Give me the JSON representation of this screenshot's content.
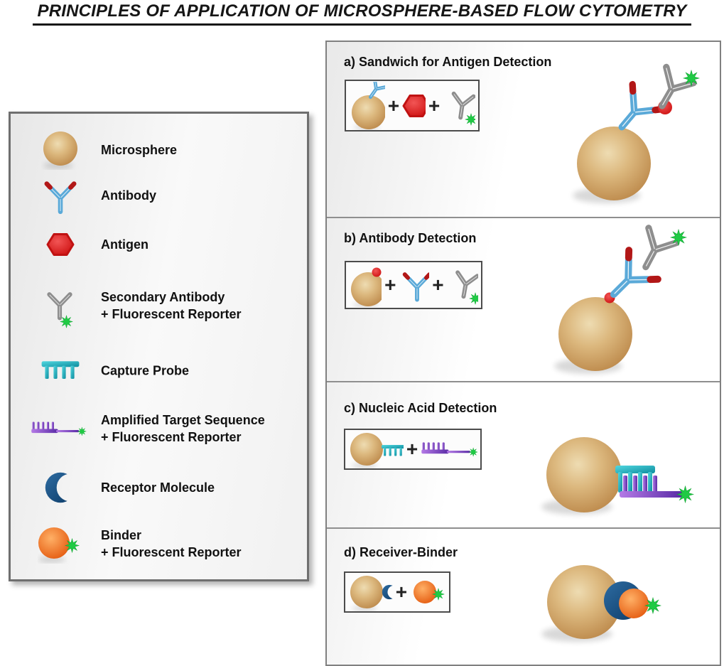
{
  "title": "PRINCIPLES OF APPLICATION OF MICROSPHERE-BASED FLOW CYTOMETRY",
  "plus": "+",
  "legend": {
    "items": [
      {
        "icon": "microsphere-icon",
        "label": "Microsphere"
      },
      {
        "icon": "antibody-icon",
        "label": "Antibody"
      },
      {
        "icon": "antigen-icon",
        "label": "Antigen"
      },
      {
        "icon": "secondary-antibody-reporter-icon",
        "label": "Secondary Antibody",
        "label2": "+ Fluorescent Reporter"
      },
      {
        "icon": "capture-probe-icon",
        "label": "Capture Probe"
      },
      {
        "icon": "amplified-target-reporter-icon",
        "label": "Amplified Target Sequence",
        "label2": "+ Fluorescent Reporter"
      },
      {
        "icon": "receptor-molecule-icon",
        "label": "Receptor Molecule"
      },
      {
        "icon": "binder-reporter-icon",
        "label": "Binder",
        "label2": "+ Fluorescent Reporter"
      }
    ]
  },
  "sections": {
    "a": {
      "header": "a) Sandwich for Antigen Detection",
      "equation": [
        "microsphere-with-antibody-icon",
        "plus",
        "antigen-icon",
        "plus",
        "secondary-antibody-reporter-icon"
      ]
    },
    "b": {
      "header": "b) Antibody Detection",
      "equation": [
        "microsphere-with-antigen-icon",
        "plus",
        "antibody-icon",
        "plus",
        "secondary-antibody-reporter-icon"
      ]
    },
    "c": {
      "header": "c) Nucleic Acid Detection",
      "equation": [
        "microsphere-with-capture-probe-icon",
        "plus",
        "amplified-target-reporter-icon"
      ]
    },
    "d": {
      "header": "d) Receiver-Binder",
      "equation": [
        "microsphere-with-receptor-icon",
        "plus",
        "binder-reporter-icon"
      ]
    }
  },
  "colors": {
    "microsphere_tan": "#d9b071",
    "antibody_blue": "#5aa9d8",
    "antibody_tip_red": "#b21717",
    "antigen_red": "#e02020",
    "secondary_antibody_gray": "#8e8e8e",
    "reporter_green": "#1fca44",
    "capture_probe_teal": "#17a0b4",
    "target_sequence_purple": "#7a3fc0",
    "receptor_navy": "#14497c",
    "binder_orange": "#ef7024"
  }
}
